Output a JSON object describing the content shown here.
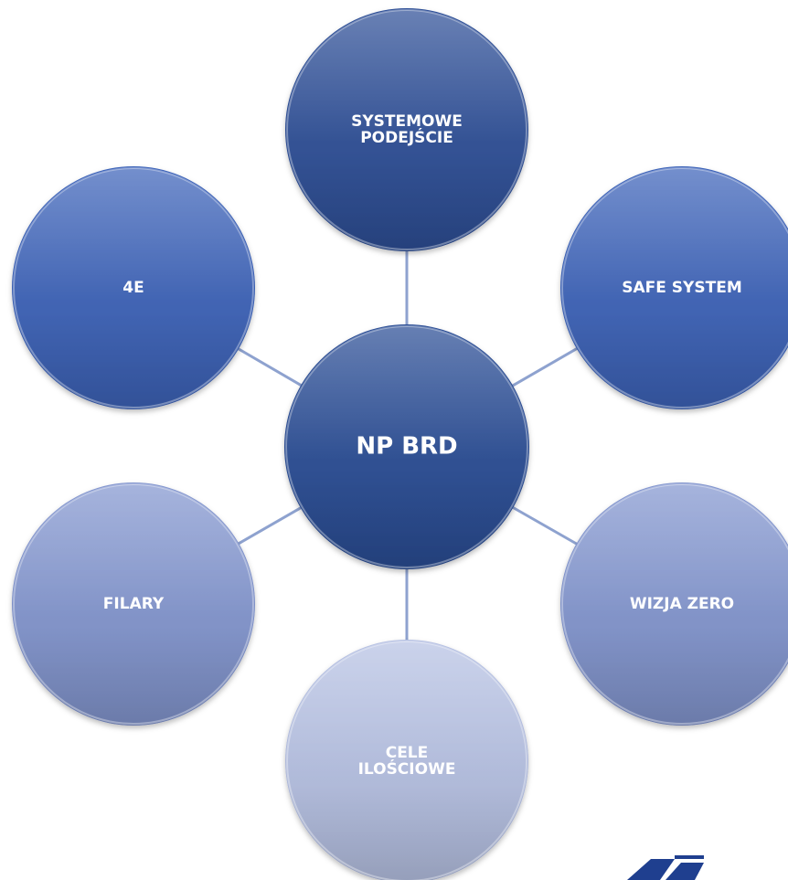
{
  "diagram": {
    "center": {
      "label": "NP BRD",
      "color": "#2b4d95"
    },
    "nodes": [
      {
        "id": "systemowe",
        "lines": [
          "SYSTEMOWE",
          "PODEJŚCIE"
        ],
        "color": "#2d4f97"
      },
      {
        "id": "safe-system",
        "lines": [
          "SAFE SYSTEM"
        ],
        "color": "#3d64b9"
      },
      {
        "id": "wizja-zero",
        "lines": [
          "WIZJA ZERO"
        ],
        "color": "#8396cf"
      },
      {
        "id": "cele-ilosciowe",
        "lines": [
          "CELE",
          "ILOŚCIOWE"
        ],
        "color": "#b6c1e3"
      },
      {
        "id": "filary",
        "lines": [
          "FILARY"
        ],
        "color": "#8396cf"
      },
      {
        "id": "4e",
        "lines": [
          "4E"
        ],
        "color": "#3d64b9"
      }
    ]
  }
}
